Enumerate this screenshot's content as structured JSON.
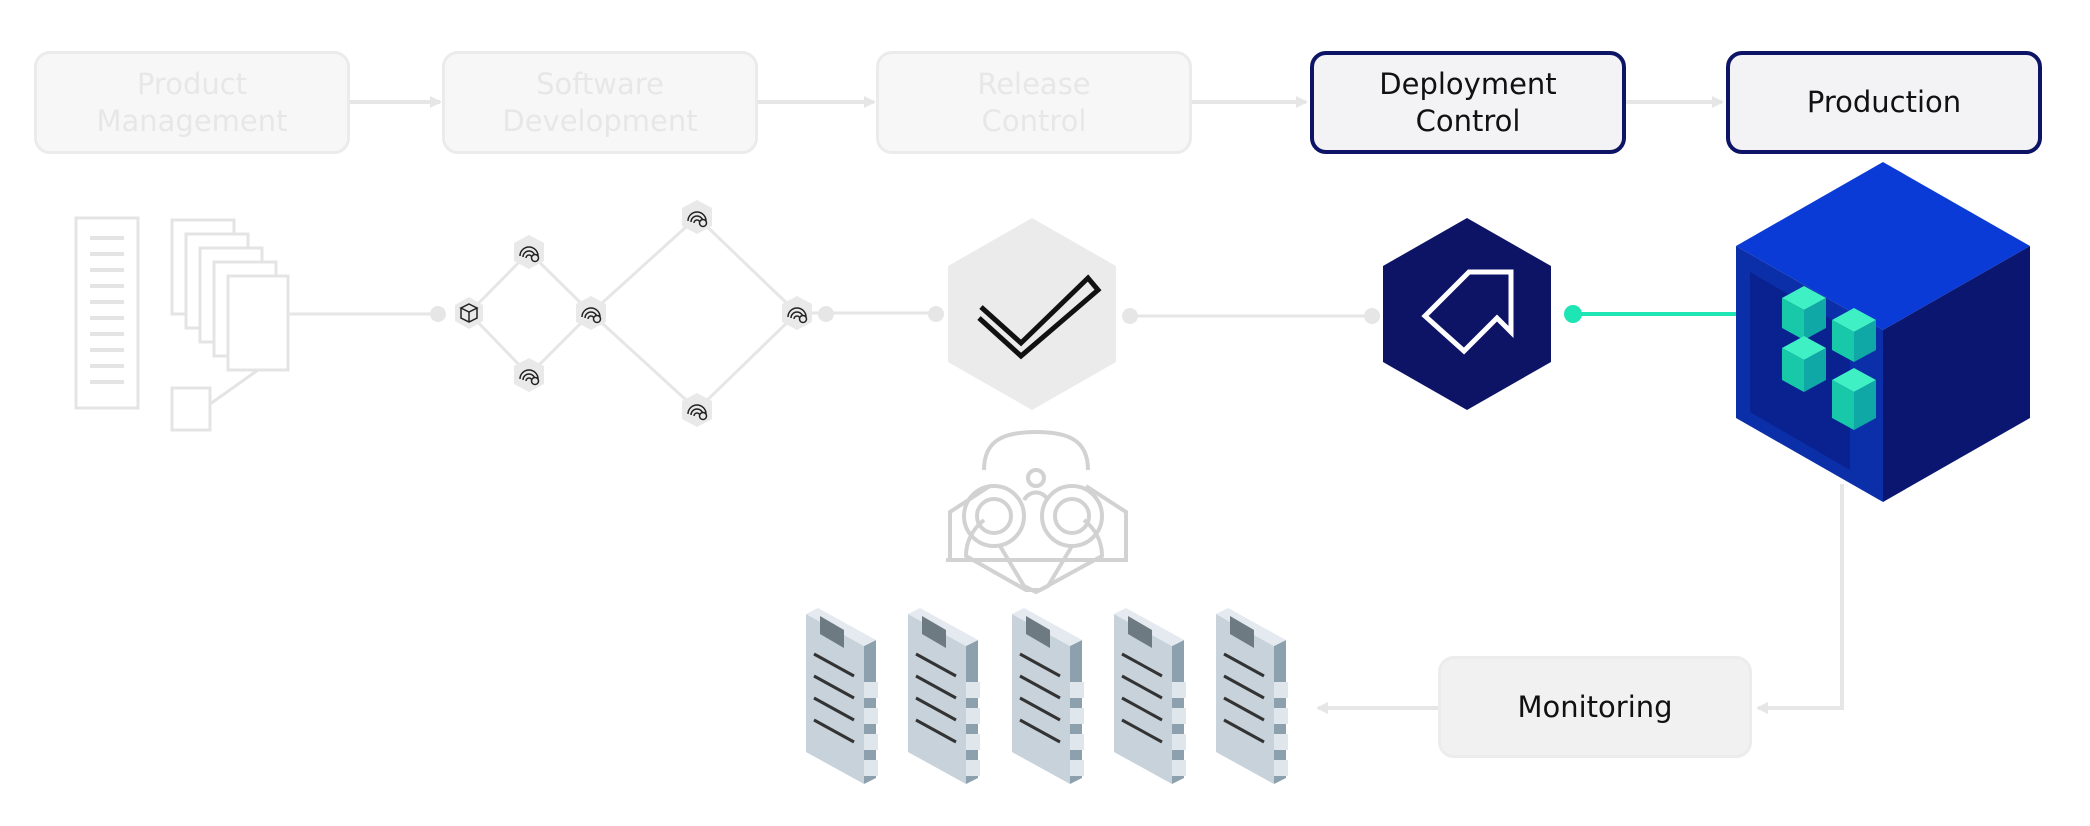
{
  "stages": {
    "product_management": "Product\nManagement",
    "software_development": "Software\nDevelopment",
    "release_control": "Release\nControl",
    "deployment_control": "Deployment\nControl",
    "production": "Production",
    "monitoring": "Monitoring"
  },
  "icons": {
    "docs": "documents-icon",
    "pipeline": "fingerprint-scan-icon",
    "check": "checkmark-icon",
    "deploy": "arrow-up-left-icon",
    "production": "production-cube-icon",
    "observer": "binoculars-person-icon",
    "logs": "log-clipboard-icon"
  },
  "colors": {
    "navy": "#0d1466",
    "blue": "#0a3bd6",
    "teal": "#1de5b4",
    "faded": "#e4e4e4",
    "arrow": "#e6e6e6"
  }
}
